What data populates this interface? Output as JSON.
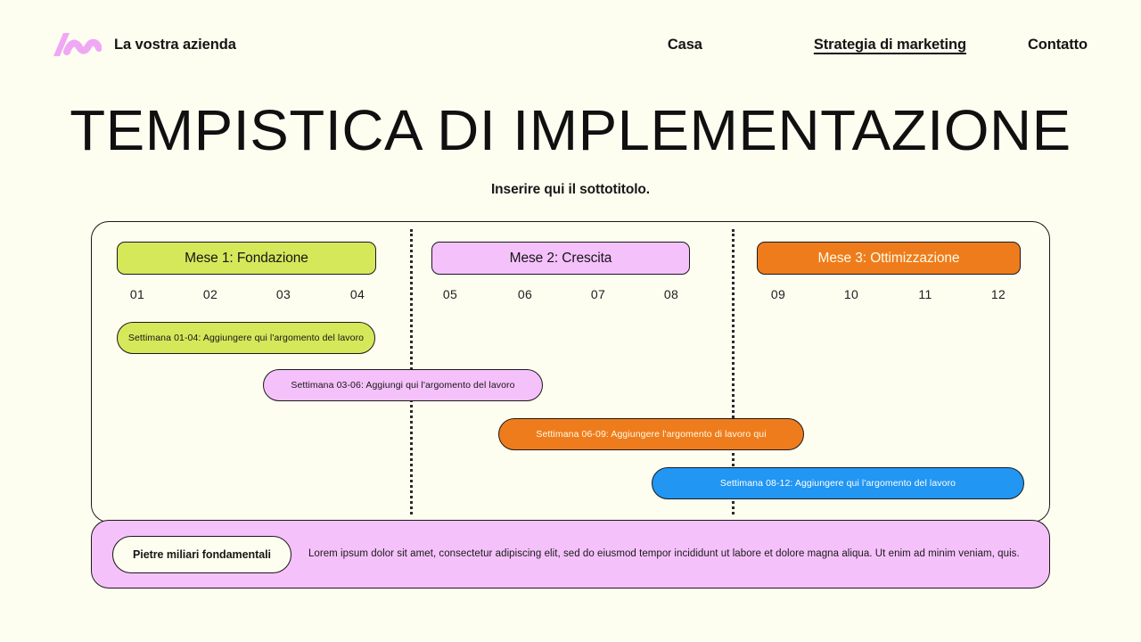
{
  "header": {
    "brand_name": "La vostra azienda",
    "logo_icon": "wave-mark-logo",
    "nav": [
      {
        "label": "Casa",
        "active": false
      },
      {
        "label": "Strategia di marketing",
        "active": true
      },
      {
        "label": "Contatto",
        "active": false
      }
    ]
  },
  "title": "TEMPISTICA DI IMPLEMENTAZIONE",
  "subtitle": "Inserire qui il sottotitolo.",
  "timeline": {
    "months": [
      {
        "label": "Mese 1: Fondazione",
        "color": "#d5e85a"
      },
      {
        "label": "Mese 2: Crescita",
        "color": "#f5c1fb"
      },
      {
        "label": "Mese 3: Ottimizzazione",
        "color": "#ef7c1c"
      }
    ],
    "weeks": [
      "01",
      "02",
      "03",
      "04",
      "05",
      "06",
      "07",
      "08",
      "09",
      "10",
      "11",
      "12"
    ],
    "tasks": [
      {
        "label": "Settimana 01-04: Aggiungere qui l'argomento del lavoro",
        "color": "#d5e85a"
      },
      {
        "label": "Settimana 03-06: Aggiungi qui l'argomento del lavoro",
        "color": "#f5c1fb"
      },
      {
        "label": "Settimana 06-09: Aggiungere l'argomento di lavoro qui",
        "color": "#ef7c1c"
      },
      {
        "label": "Settimana 08-12: Aggiungere qui l'argomento del lavoro",
        "color": "#2196f3"
      }
    ]
  },
  "footer": {
    "pill_label": "Pietre miliari fondamentali",
    "text": "Lorem ipsum dolor sit amet, consectetur adipiscing elit, sed do eiusmod tempor incididunt ut labore et dolore magna aliqua. Ut enim ad minim veniam, quis."
  },
  "colors": {
    "background": "#fdfdf0",
    "ink": "#151515",
    "lime": "#d5e85a",
    "pink": "#f5c1fb",
    "orange": "#ef7c1c",
    "blue": "#2196f3"
  }
}
